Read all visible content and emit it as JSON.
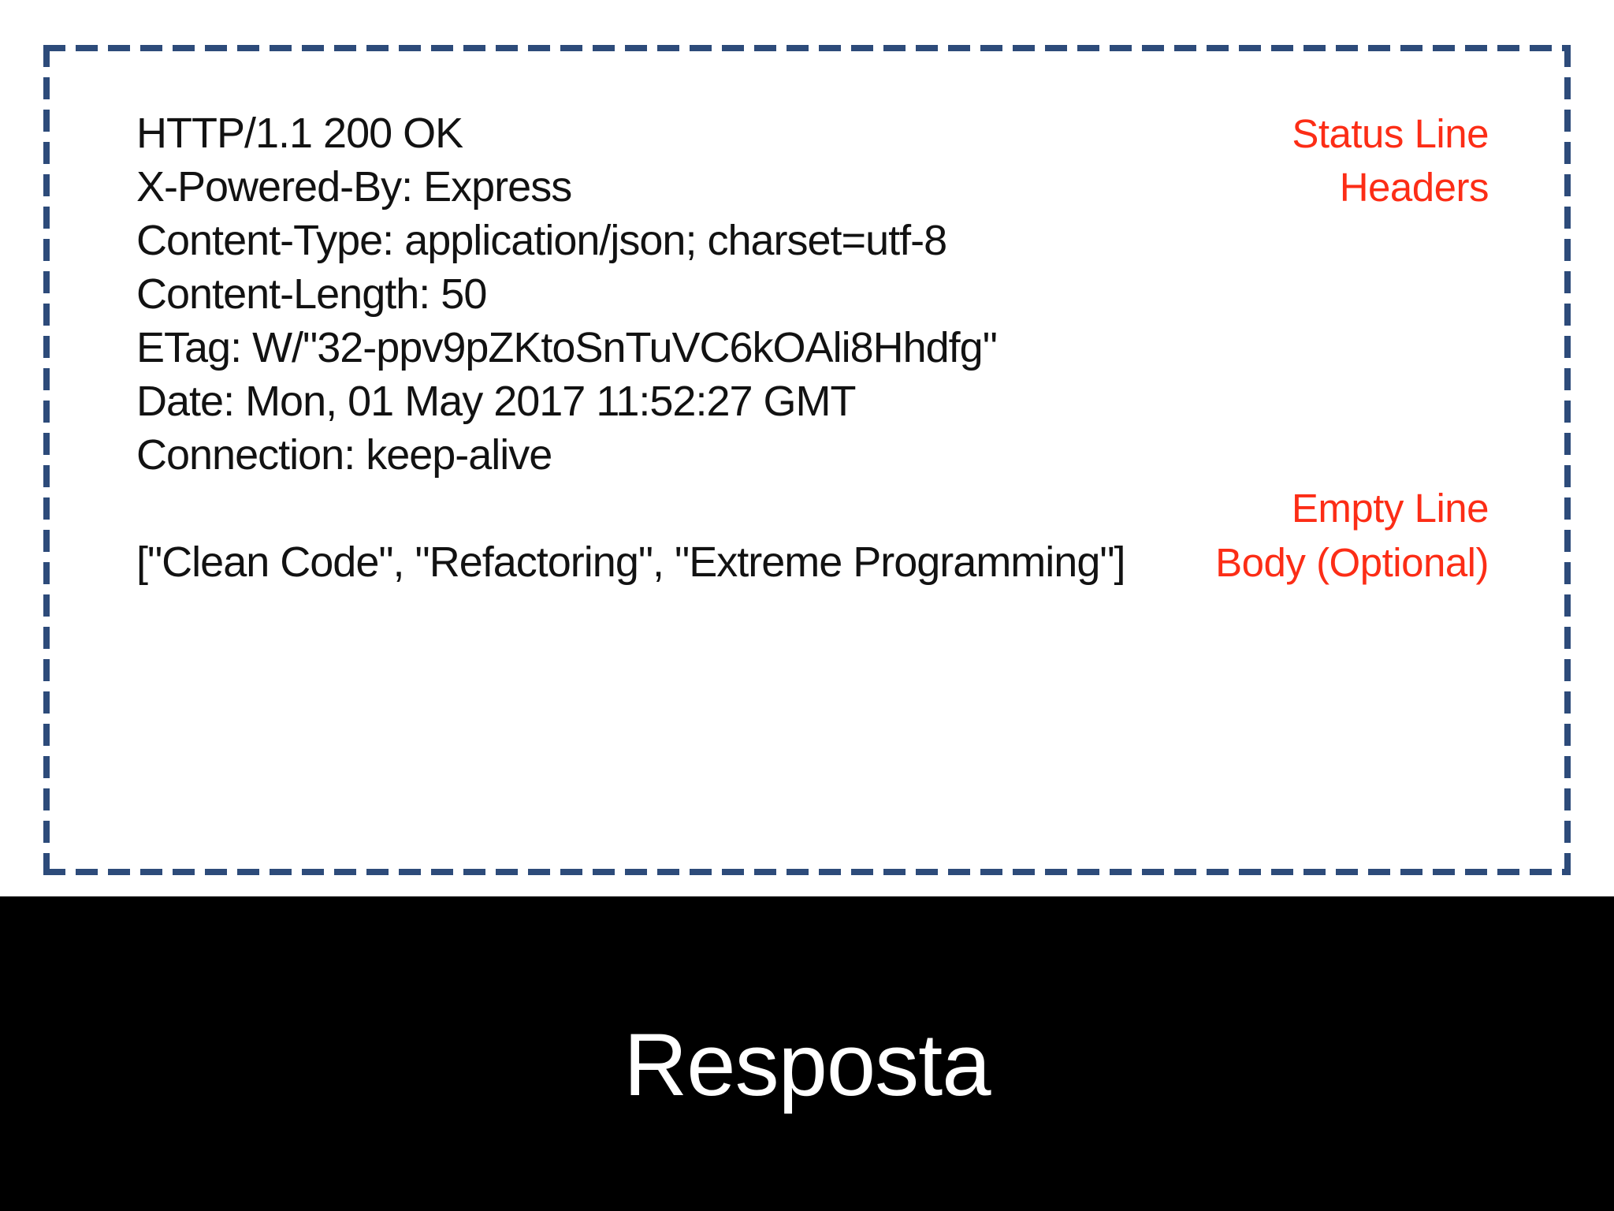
{
  "colors": {
    "box_border_blue": "#2d4b7a",
    "annotation_red": "#fc2d16",
    "raw_text_black": "#121212",
    "footer_background": "#000000",
    "footer_text": "#ffffff",
    "page_background": "#ffffff"
  },
  "response_box": {
    "lines": [
      {
        "text": "HTTP/1.1 200 OK",
        "annotation": "Status Line"
      },
      {
        "text": "X-Powered-By: Express",
        "annotation": "Headers"
      },
      {
        "text": "Content-Type: application/json; charset=utf-8",
        "annotation": ""
      },
      {
        "text": "Content-Length: 50",
        "annotation": ""
      },
      {
        "text": "ETag: W/\"32-ppv9pZKtoSnTuVC6kOAli8Hhdfg\"",
        "annotation": ""
      },
      {
        "text": "Date: Mon, 01 May 2017 11:52:27 GMT",
        "annotation": ""
      },
      {
        "text": "Connection: keep-alive",
        "annotation": ""
      },
      {
        "text": "",
        "annotation": "Empty Line"
      },
      {
        "text": "[\"Clean Code\", \"Refactoring\", \"Extreme Programming\"]",
        "annotation": "Body (Optional)"
      }
    ]
  },
  "footer": {
    "title": "Resposta"
  }
}
